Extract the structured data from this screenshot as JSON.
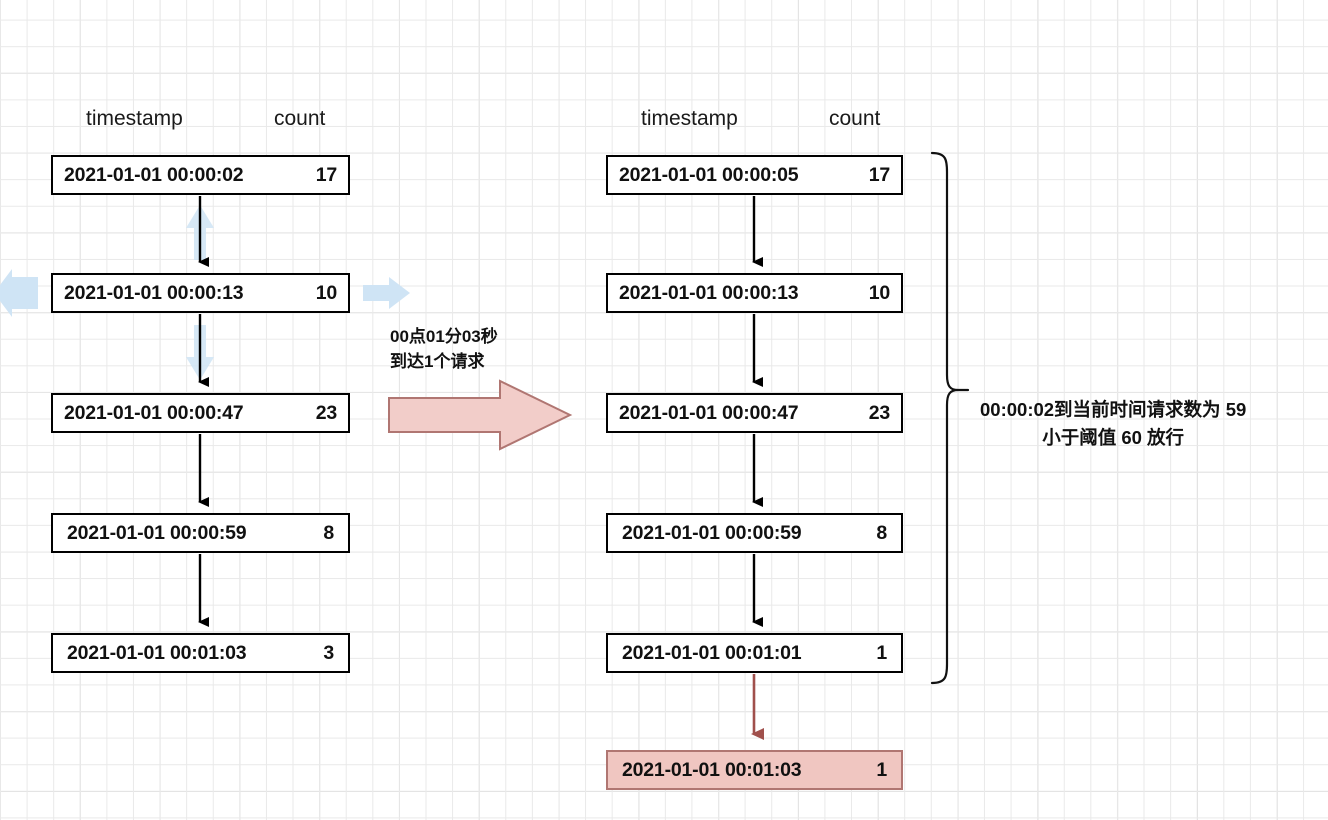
{
  "diagram": {
    "title": "sliding window rate limiter timestamp count table",
    "colors": {
      "box_border": "#000000",
      "box_fill": "#ffffff",
      "highlight_fill": "#f0c6c1",
      "highlight_border": "#b07672",
      "block_arrow_fill": "#f2cdc9",
      "block_arrow_stroke": "#b07672",
      "red_arrow": "#a0504c",
      "hint_arrow_blue": "#cfe4f5",
      "grid_minor": "#e9e9e9",
      "grid_major": "#cfcfcf"
    },
    "left_table": {
      "header_timestamp": "timestamp",
      "header_count": "count",
      "rows": [
        {
          "timestamp": "2021-01-01 00:00:02",
          "count": "17"
        },
        {
          "timestamp": "2021-01-01 00:00:13",
          "count": "10"
        },
        {
          "timestamp": "2021-01-01 00:00:47",
          "count": "23"
        },
        {
          "timestamp": "2021-01-01 00:00:59",
          "count": "8"
        },
        {
          "timestamp": "2021-01-01 00:01:03",
          "count": "3"
        }
      ]
    },
    "right_table": {
      "header_timestamp": "timestamp",
      "header_count": "count",
      "rows": [
        {
          "timestamp": "2021-01-01 00:00:05",
          "count": "17"
        },
        {
          "timestamp": "2021-01-01 00:00:13",
          "count": "10"
        },
        {
          "timestamp": "2021-01-01 00:00:47",
          "count": "23"
        },
        {
          "timestamp": "2021-01-01 00:00:59",
          "count": "8"
        },
        {
          "timestamp": "2021-01-01 00:01:01",
          "count": "1"
        }
      ],
      "new_row": {
        "timestamp": "2021-01-01 00:01:03",
        "count": "1"
      }
    },
    "transition_note": {
      "line1": "00点01分03秒",
      "line2": "到达1个请求"
    },
    "brace_note": {
      "line1": "00:00:02到当前时间请求数为 59",
      "line2": "小于阈值 60 放行"
    },
    "icons": {
      "hint_arrow_left": "arrow-left-icon",
      "hint_arrow_right": "arrow-right-icon",
      "hint_arrow_up": "arrow-up-icon",
      "hint_arrow_down": "arrow-down-icon",
      "flow_arrow": "arrow-down-icon",
      "block_arrow": "block-arrow-right-icon",
      "brace": "curly-brace-icon"
    }
  }
}
